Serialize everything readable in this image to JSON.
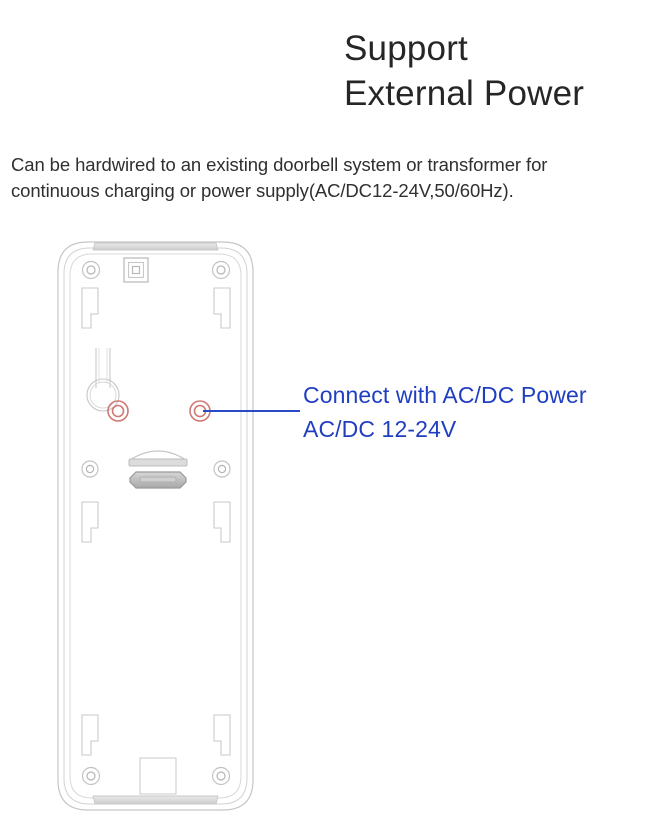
{
  "heading": {
    "line1": "Support",
    "line2": "External Power"
  },
  "description": {
    "line1": "Can be hardwired to an existing doorbell system or transformer for",
    "line2": "continuous charging or power supply(AC/DC12-24V,50/60Hz)."
  },
  "callout": {
    "line1": "Connect with AC/DC Power",
    "line2": "AC/DC 12-24V"
  },
  "colors": {
    "background": "#ffffff",
    "heading_text": "#262626",
    "body_text": "#303030",
    "callout_blue": "#1f3fc0",
    "leader_line_blue": "#2a49c6",
    "terminal_ring": "#d07873",
    "outline_gray": "#b8b8b8",
    "outline_gray_light": "#cfcfcf",
    "port_fill": "#b5b5b5"
  },
  "illustration": {
    "name": "doorbell-mounting-bracket-rear-view",
    "parts": [
      {
        "name": "outer-shell",
        "label": "Outer shell"
      },
      {
        "name": "inner-panel",
        "label": "Inner panel"
      },
      {
        "name": "reset-square-icon",
        "label": "Reset module"
      },
      {
        "name": "screw-hole-top-left",
        "label": "Screw hole"
      },
      {
        "name": "screw-hole-top-right",
        "label": "Screw hole"
      },
      {
        "name": "clip-slot-upper-left",
        "label": "Clip slot"
      },
      {
        "name": "clip-slot-upper-right",
        "label": "Clip slot"
      },
      {
        "name": "keyhole-slot",
        "label": "Keyhole slot"
      },
      {
        "name": "ac-dc-terminal-left",
        "label": "AC/DC terminal"
      },
      {
        "name": "ac-dc-terminal-right",
        "label": "AC/DC terminal"
      },
      {
        "name": "micro-usb-port",
        "label": "Micro USB port"
      },
      {
        "name": "screw-hole-mid-left",
        "label": "Screw hole"
      },
      {
        "name": "screw-hole-mid-right",
        "label": "Screw hole"
      },
      {
        "name": "clip-slot-mid-left",
        "label": "Clip slot"
      },
      {
        "name": "clip-slot-mid-right",
        "label": "Clip slot"
      },
      {
        "name": "clip-slot-lower-left",
        "label": "Clip slot"
      },
      {
        "name": "clip-slot-lower-right",
        "label": "Clip slot"
      },
      {
        "name": "screw-hole-bottom-left",
        "label": "Screw hole"
      },
      {
        "name": "screw-hole-bottom-right",
        "label": "Screw hole"
      },
      {
        "name": "bottom-square-cutout",
        "label": "Bottom cutout"
      }
    ]
  }
}
